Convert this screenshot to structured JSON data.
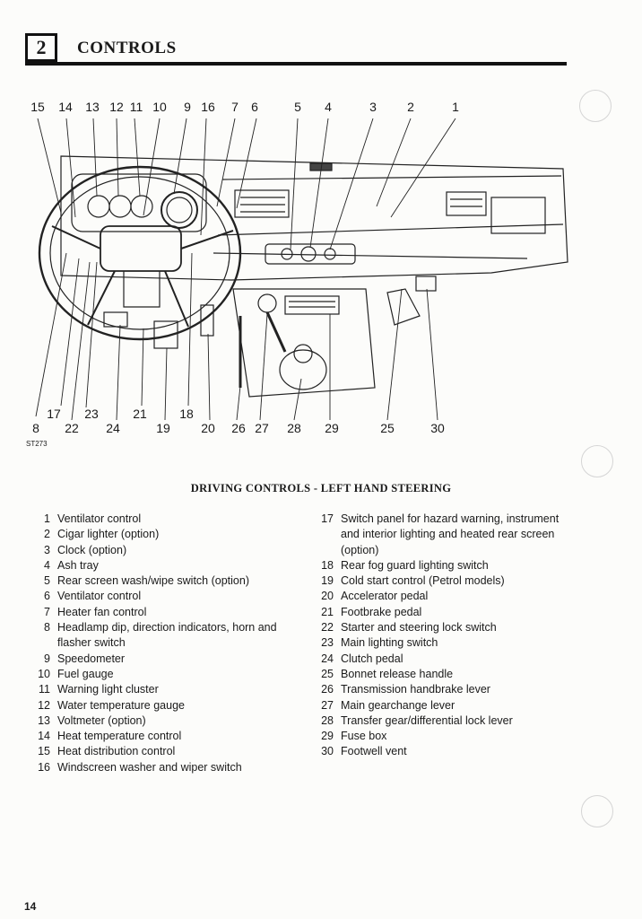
{
  "header": {
    "section_number": "2",
    "section_title": "CONTROLS"
  },
  "figure": {
    "ref": "ST273",
    "title": "DRIVING CONTROLS - LEFT HAND STEERING",
    "callouts_top": [
      "15",
      "14",
      "13",
      "12",
      "11",
      "10",
      "9",
      "16",
      "7",
      "6",
      "5",
      "4",
      "3",
      "2",
      "1"
    ],
    "callouts_bottom": [
      "8",
      "17",
      "22",
      "23",
      "24",
      "21",
      "19",
      "18",
      "20",
      "26",
      "27",
      "28",
      "29",
      "25",
      "30"
    ]
  },
  "legend_left": [
    {
      "num": "1",
      "text": "Ventilator control"
    },
    {
      "num": "2",
      "text": "Cigar lighter (option)"
    },
    {
      "num": "3",
      "text": "Clock (option)"
    },
    {
      "num": "4",
      "text": "Ash tray"
    },
    {
      "num": "5",
      "text": "Rear screen wash/wipe switch (option)"
    },
    {
      "num": "6",
      "text": "Ventilator control"
    },
    {
      "num": "7",
      "text": "Heater fan control"
    },
    {
      "num": "8",
      "text": "Headlamp dip, direction indicators, horn and flasher switch"
    },
    {
      "num": "9",
      "text": "Speedometer"
    },
    {
      "num": "10",
      "text": "Fuel gauge"
    },
    {
      "num": "11",
      "text": "Warning light cluster"
    },
    {
      "num": "12",
      "text": "Water temperature gauge"
    },
    {
      "num": "13",
      "text": "Voltmeter (option)"
    },
    {
      "num": "14",
      "text": "Heat temperature control"
    },
    {
      "num": "15",
      "text": "Heat distribution control"
    },
    {
      "num": "16",
      "text": "Windscreen washer and wiper switch"
    }
  ],
  "legend_right": [
    {
      "num": "17",
      "text": "Switch panel for hazard warning, instrument and interior lighting and heated rear screen (option)"
    },
    {
      "num": "18",
      "text": "Rear fog guard lighting switch"
    },
    {
      "num": "19",
      "text": "Cold start control (Petrol models)"
    },
    {
      "num": "20",
      "text": "Accelerator pedal"
    },
    {
      "num": "21",
      "text": "Footbrake pedal"
    },
    {
      "num": "22",
      "text": "Starter and steering lock switch"
    },
    {
      "num": "23",
      "text": "Main lighting switch"
    },
    {
      "num": "24",
      "text": "Clutch pedal"
    },
    {
      "num": "25",
      "text": "Bonnet release handle"
    },
    {
      "num": "26",
      "text": "Transmission handbrake lever"
    },
    {
      "num": "27",
      "text": "Main gearchange lever"
    },
    {
      "num": "28",
      "text": "Transfer gear/differential lock lever"
    },
    {
      "num": "29",
      "text": "Fuse box"
    },
    {
      "num": "30",
      "text": "Footwell vent"
    }
  ],
  "footer": {
    "page_number": "14"
  }
}
